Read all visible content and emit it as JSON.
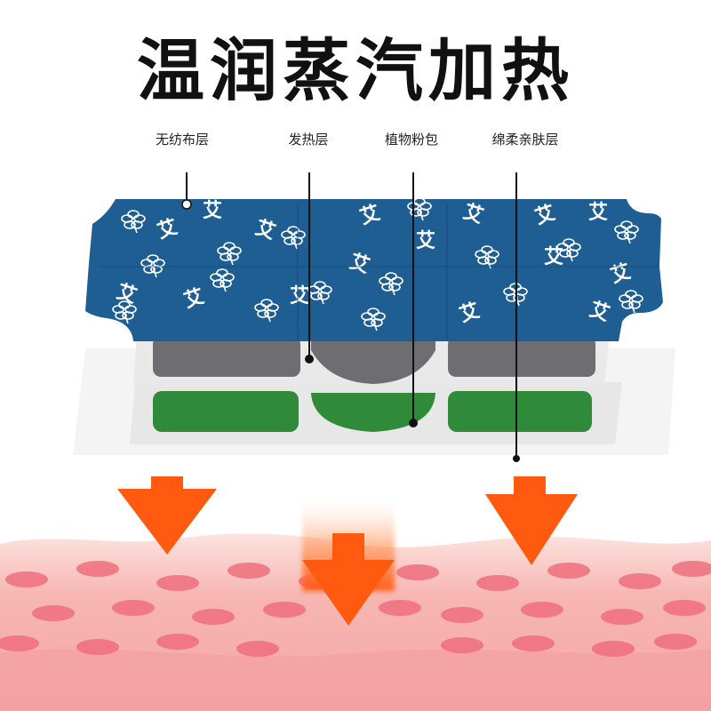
{
  "title": "温润蒸汽加热",
  "layers": {
    "outer": "无纺布层",
    "heat": "发热层",
    "herb": "植物粉包",
    "skin": "绵柔亲肤层"
  },
  "decoration": {
    "pattern_glyph": "艾"
  },
  "colors": {
    "fabric_blue": "#1f5e93",
    "heat_gray": "#6e6d72",
    "herb_green": "#2f8a3a",
    "arrow_orange": "#ff5a10",
    "skin_pink": "#f6b1ae",
    "cell_pink": "#ef6f7e"
  }
}
